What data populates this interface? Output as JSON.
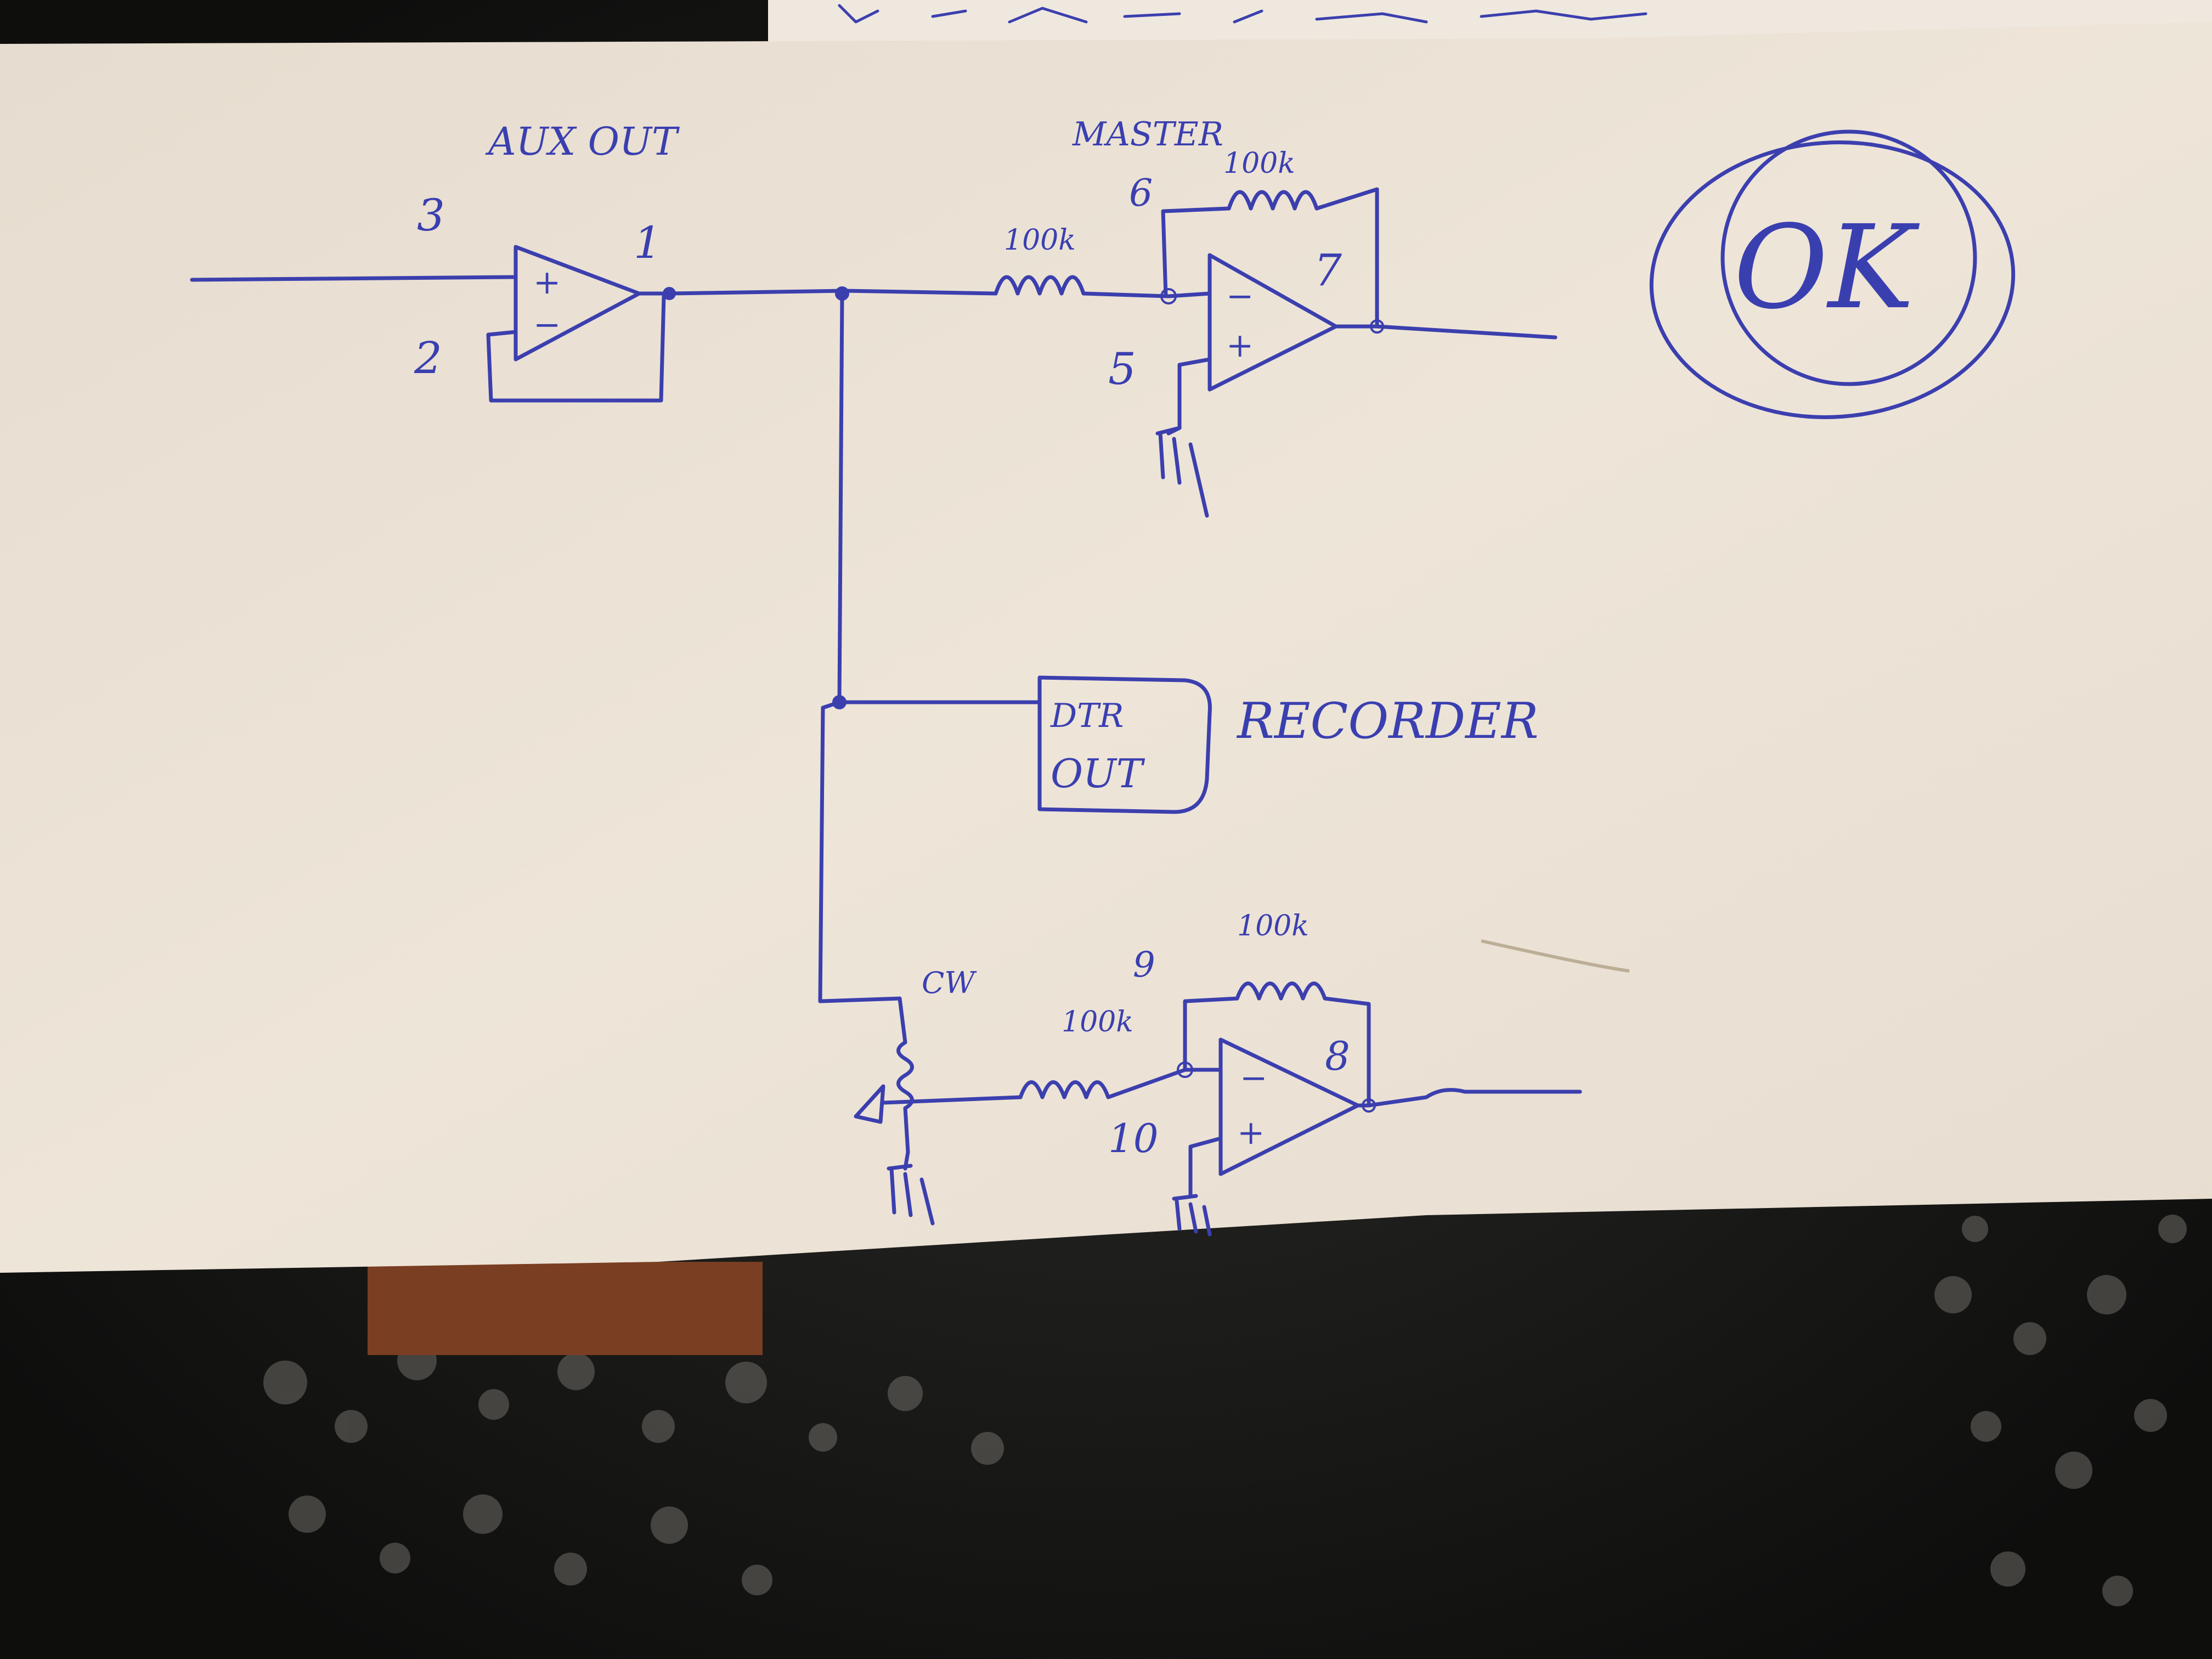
{
  "labels": {
    "opamp1_title": "AUX OUT",
    "opamp2_title": "MASTER",
    "pin3": "3",
    "pin2": "2",
    "pin1": "1",
    "pin6": "6",
    "pin5": "5",
    "pin7": "7",
    "pin9": "9",
    "pin10": "10",
    "pin8": "8",
    "r_master_in": "100k",
    "r_master_fb": "100k",
    "r_aux_in": "100k",
    "r_aux_fb": "100k",
    "pot_cw": "CW",
    "recorder_box_line1": "DTR",
    "recorder_box_line2": "OUT",
    "recorder_label": "RECORDER",
    "ok_mark": "OK",
    "plus": "+",
    "minus": "−"
  },
  "colors": {
    "ink": "#3b3fae",
    "paper": "#ede3d6",
    "background": "#151514",
    "wood": "#7a3e22"
  }
}
